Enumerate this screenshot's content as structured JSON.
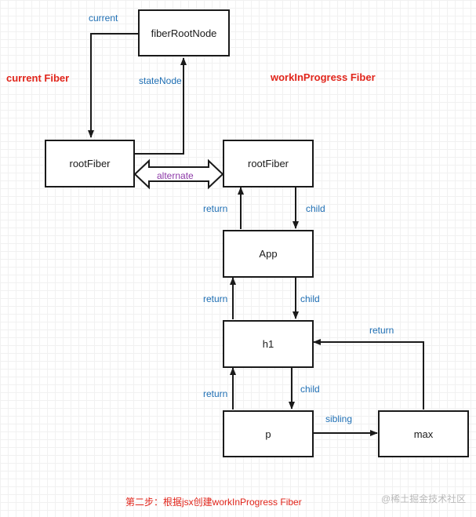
{
  "nodes": {
    "fiber_root_node": "fiberRootNode",
    "root_fiber_current": "rootFiber",
    "root_fiber_wip": "rootFiber",
    "app": "App",
    "h1": "h1",
    "p": "p",
    "max": "max"
  },
  "titles": {
    "current_fiber": "current Fiber",
    "wip_fiber": "workInProgress Fiber"
  },
  "edges": {
    "current": "current",
    "state_node": "stateNode",
    "alternate": "alternate",
    "return_root": "return",
    "child_root": "child",
    "return_app": "return",
    "child_app": "child",
    "return_h1": "return",
    "child_h1": "child",
    "sibling": "sibling",
    "return_max": "return"
  },
  "caption": "第二步：根据jsx创建workInProgress Fiber",
  "watermark": "@稀土掘金技术社区",
  "colors": {
    "label_blue": "#1f6fb4",
    "label_purple": "#8d3aa8",
    "title_red": "#e1251b",
    "border": "#1a1a1a"
  }
}
